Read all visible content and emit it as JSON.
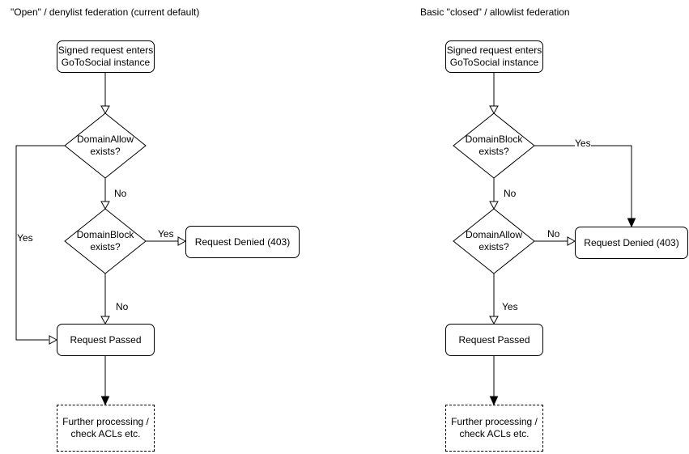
{
  "left": {
    "title": "\"Open\" / denylist federation (current default)",
    "nodes": {
      "start": "Signed request enters\nGoToSocial instance",
      "domain_allow": "DomainAllow\nexists?",
      "domain_block": "DomainBlock\nexists?",
      "denied": "Request Denied (403)",
      "passed": "Request Passed",
      "further": "Further processing /\ncheck ACLs etc."
    },
    "edge_labels": {
      "allow_yes": "Yes",
      "allow_no": "No",
      "block_yes": "Yes",
      "block_no": "No"
    }
  },
  "right": {
    "title": "Basic \"closed\" / allowlist federation",
    "nodes": {
      "start": "Signed request enters\nGoToSocial instance",
      "domain_block": "DomainBlock\nexists?",
      "domain_allow": "DomainAllow\nexists?",
      "denied": "Request Denied (403)",
      "passed": "Request Passed",
      "further": "Further processing /\ncheck ACLs etc."
    },
    "edge_labels": {
      "block_yes": "Yes",
      "block_no": "No",
      "allow_no": "No",
      "allow_yes": "Yes"
    }
  },
  "colors": {
    "stroke": "#000000",
    "background": "#ffffff",
    "text": "#000000"
  }
}
